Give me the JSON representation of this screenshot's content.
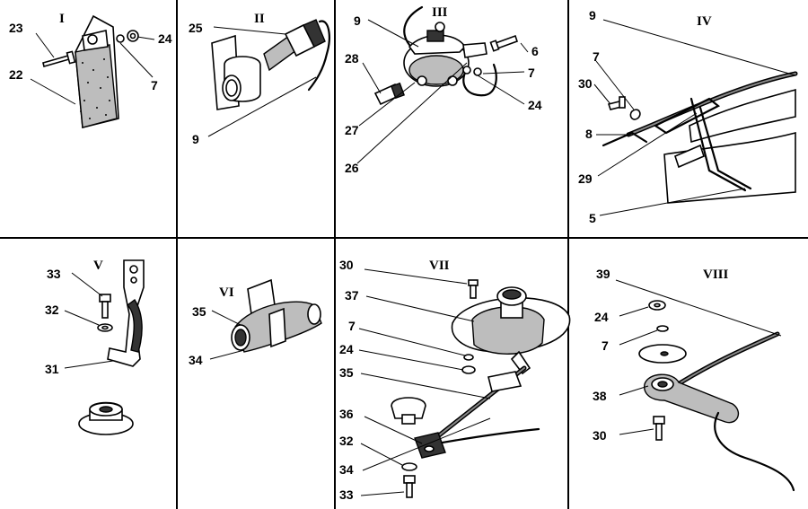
{
  "panels": [
    {
      "id": "I",
      "title": "I",
      "callouts": [
        "23",
        "24",
        "22",
        "7"
      ]
    },
    {
      "id": "II",
      "title": "II",
      "callouts": [
        "25",
        "9"
      ]
    },
    {
      "id": "III",
      "title": "III",
      "callouts": [
        "9",
        "6",
        "28",
        "7",
        "24",
        "27",
        "26"
      ]
    },
    {
      "id": "IV",
      "title": "IV",
      "callouts": [
        "9",
        "7",
        "30",
        "8",
        "29",
        "5"
      ]
    },
    {
      "id": "V",
      "title": "V",
      "callouts": [
        "33",
        "32",
        "31"
      ]
    },
    {
      "id": "VI",
      "title": "VI",
      "callouts": [
        "35",
        "34"
      ]
    },
    {
      "id": "VII",
      "title": "VII",
      "callouts": [
        "30",
        "37",
        "7",
        "24",
        "35",
        "36",
        "32",
        "34",
        "33"
      ]
    },
    {
      "id": "VIII",
      "title": "VIII",
      "callouts": [
        "39",
        "24",
        "7",
        "38",
        "30"
      ]
    }
  ],
  "colors": {
    "ink": "#000000",
    "paper": "#ffffff",
    "shade": "#333333",
    "mid": "#bdbdbd"
  }
}
